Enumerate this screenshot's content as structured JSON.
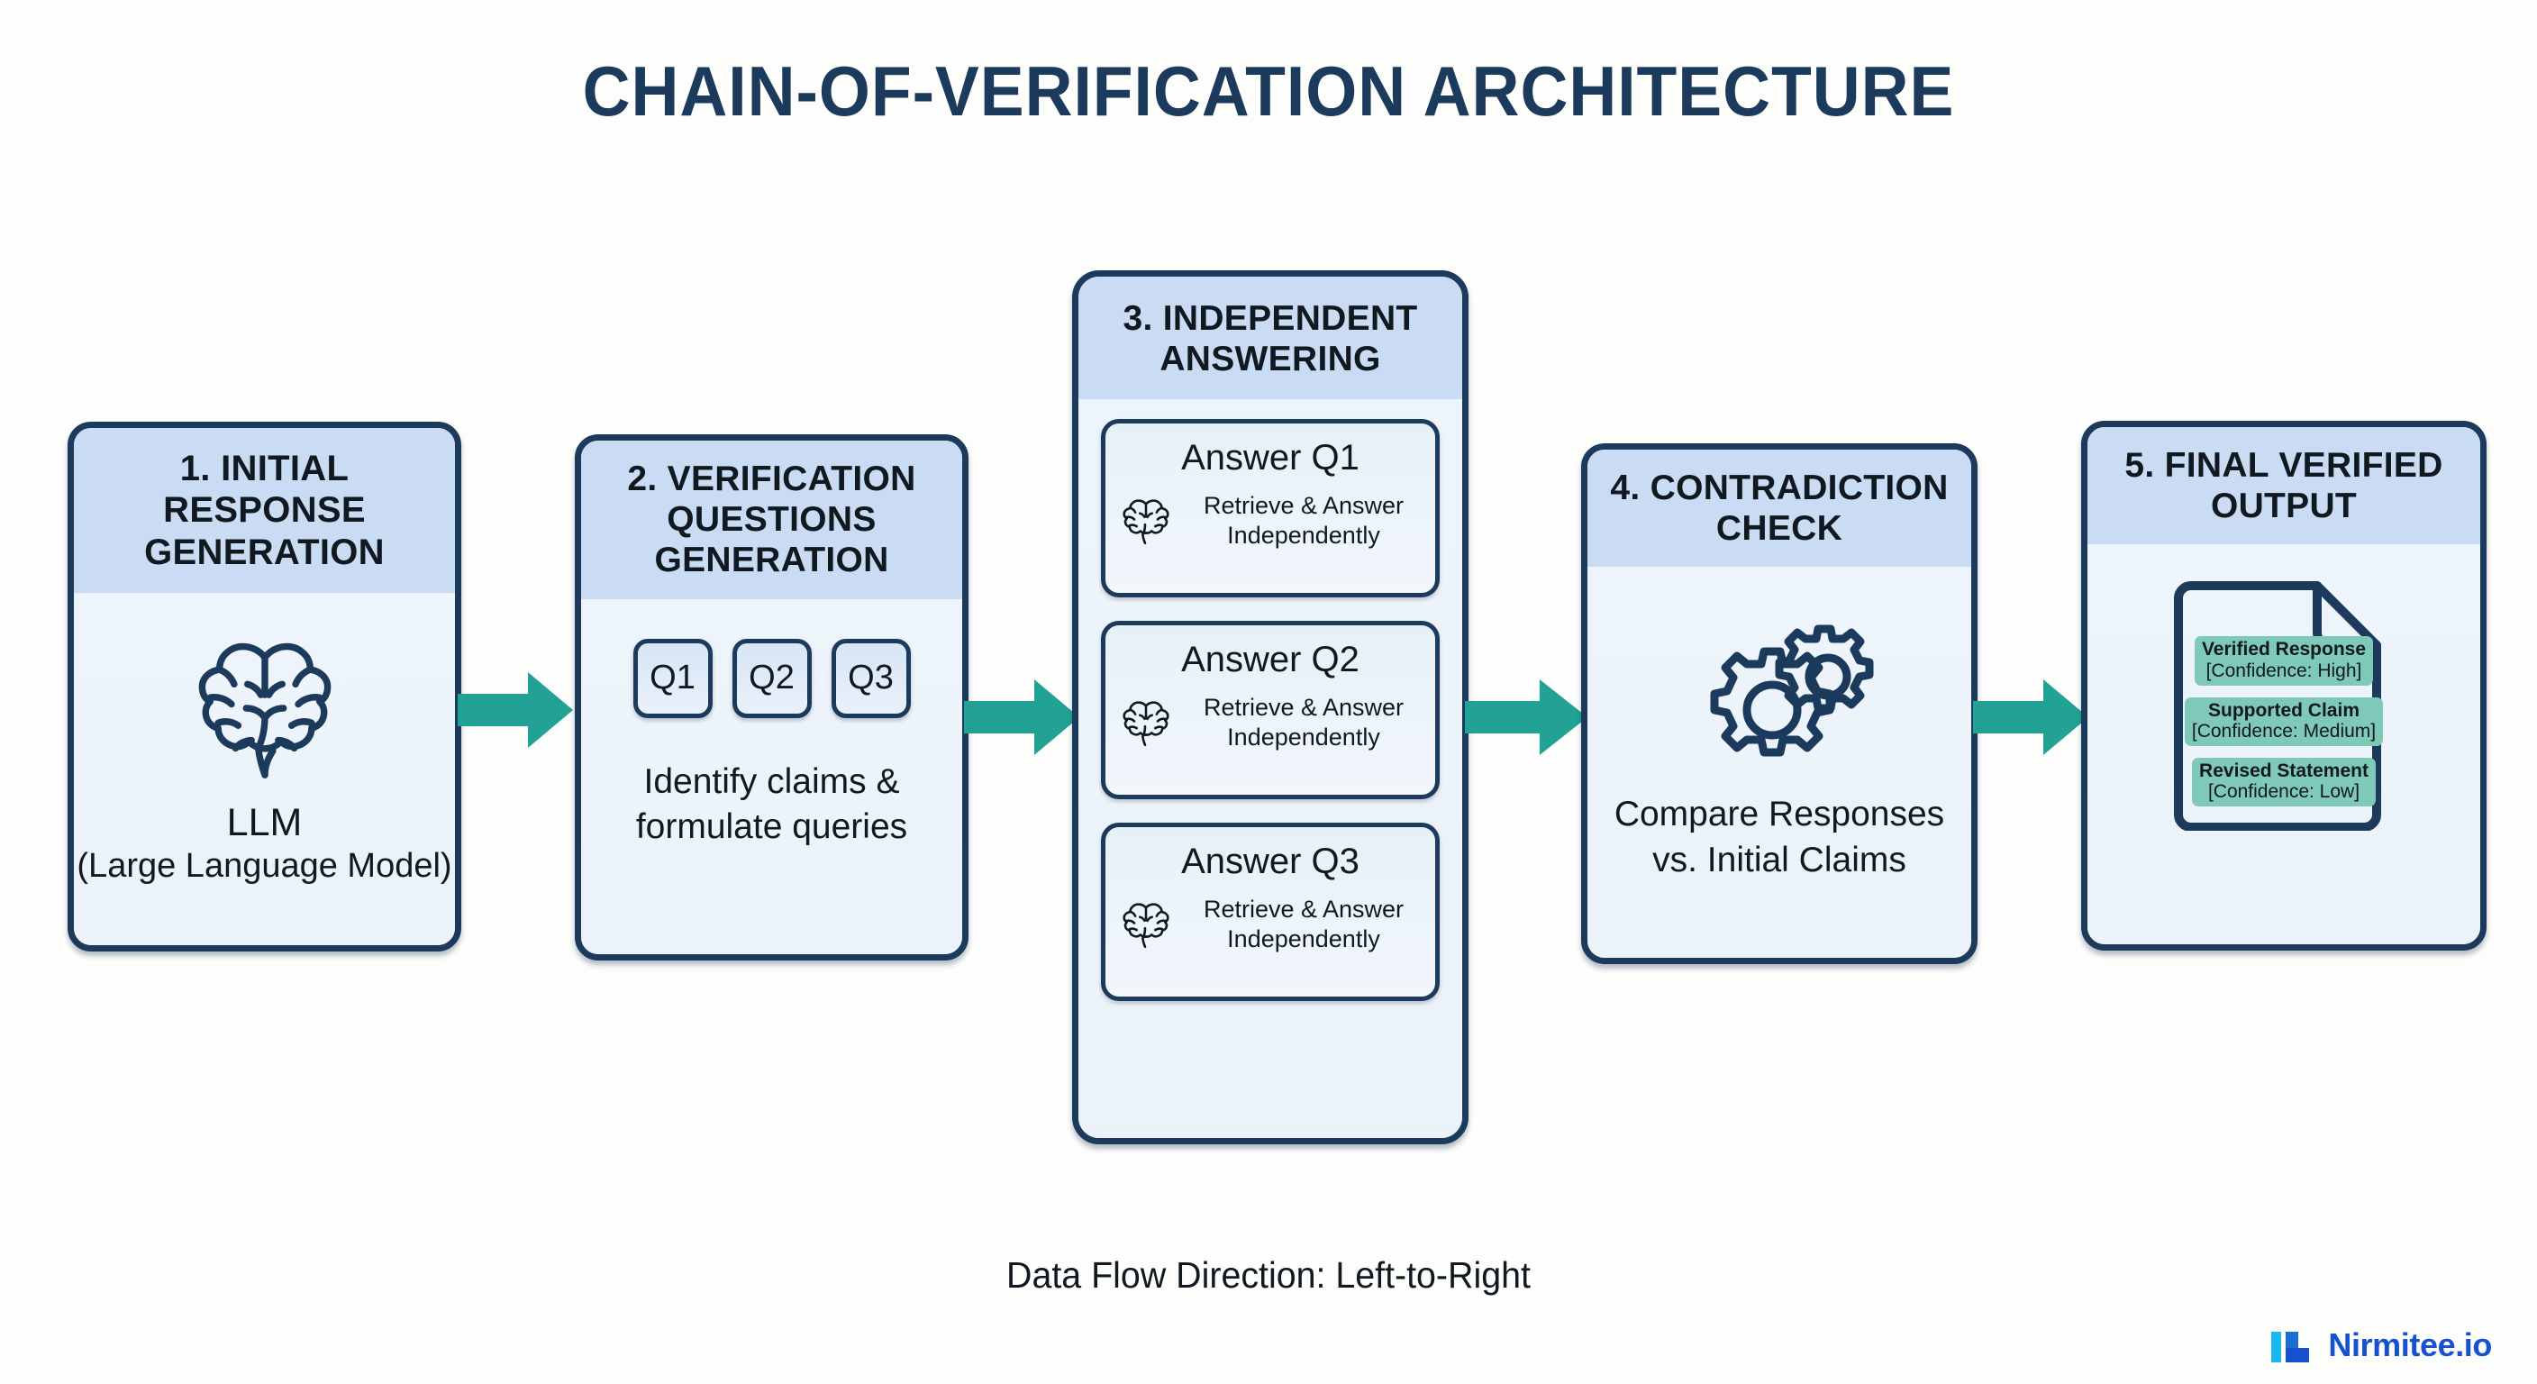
{
  "title": "CHAIN-OF-VERIFICATION ARCHITECTURE",
  "flow_caption": "Data Flow Direction: Left-to-Right",
  "colors": {
    "background": "#fdfdfb",
    "card_border": "#1b3a5c",
    "card_header": "#cadcf4",
    "card_body": "#eef4fb",
    "arrow_teal": "#21a295",
    "highlight_teal": "#7fc9b8",
    "title_navy": "#1b3a5c",
    "logo_blue": "#1652cf",
    "logo_cyan": "#1bb8f0"
  },
  "stages": [
    {
      "id": "initial-response-generation",
      "header": "1. INITIAL RESPONSE GENERATION",
      "icon": "brain-icon",
      "label": "LLM",
      "sublabel": "(Large Language Model)"
    },
    {
      "id": "verification-questions-generation",
      "header": "2. VERIFICATION QUESTIONS GENERATION",
      "chips": [
        "Q1",
        "Q2",
        "Q3"
      ],
      "caption": "Identify claims & formulate queries"
    },
    {
      "id": "independent-answering",
      "header": "3. INDEPENDENT ANSWERING",
      "subcards": [
        {
          "title": "Answer Q1",
          "icon": "brain-icon",
          "text": "Retrieve & Answer Independently"
        },
        {
          "title": "Answer Q2",
          "icon": "brain-icon",
          "text": "Retrieve & Answer Independently"
        },
        {
          "title": "Answer Q3",
          "icon": "brain-icon",
          "text": "Retrieve & Answer Independently"
        }
      ]
    },
    {
      "id": "contradiction-check",
      "header": "4. CONTRADICTION CHECK",
      "icon": "gears-icon",
      "caption": "Compare Responses vs. Initial Claims"
    },
    {
      "id": "final-verified-output",
      "header": "5. FINAL VERIFIED OUTPUT",
      "icon": "document-icon",
      "outputs": [
        {
          "name": "Verified Response",
          "confidence": "[Confidence: High]"
        },
        {
          "name": "Supported Claim",
          "confidence": "[Confidence: Medium]"
        },
        {
          "name": "Revised Statement",
          "confidence": "[Confidence: Low]"
        }
      ]
    }
  ],
  "arrows": [
    {
      "id": "arrow-1",
      "direction": "right"
    },
    {
      "id": "arrow-2",
      "direction": "right"
    },
    {
      "id": "arrow-3",
      "direction": "right"
    },
    {
      "id": "arrow-4",
      "direction": "right"
    }
  ],
  "logo": {
    "text": "Nirmitee.io"
  }
}
